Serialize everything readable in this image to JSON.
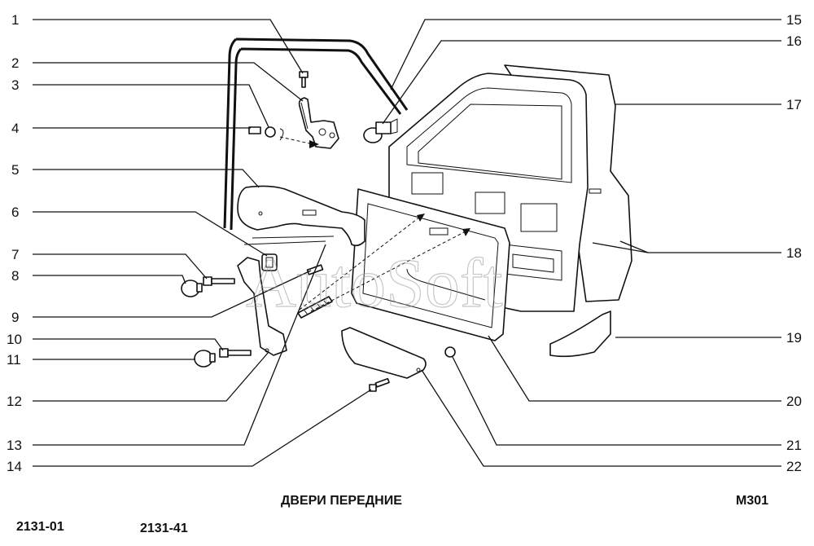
{
  "diagram": {
    "title": "ДВЕРИ ПЕРЕДНИЕ",
    "code": "M301",
    "model_codes": [
      "2131-01",
      "2131-41"
    ],
    "watermark": "AutoSoft",
    "callouts_left": [
      "1",
      "2",
      "3",
      "4",
      "5",
      "6",
      "7",
      "8",
      "9",
      "10",
      "11",
      "12",
      "13",
      "14"
    ],
    "callouts_right": [
      "15",
      "16",
      "17",
      "18",
      "19",
      "20",
      "21",
      "22"
    ]
  }
}
